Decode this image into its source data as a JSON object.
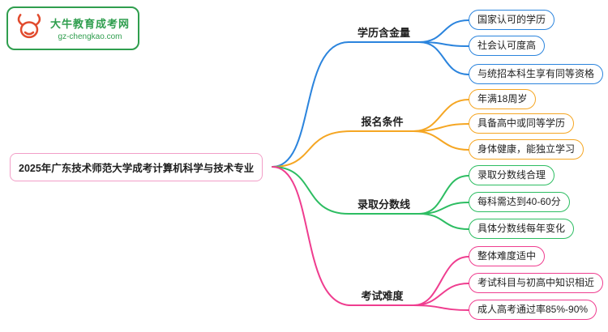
{
  "logo": {
    "title": "大牛教育成考网",
    "url": "gz-chengkao.com",
    "brand_color": "#2f9e4e",
    "bull_color": "#e14b2e"
  },
  "central": {
    "label": "2025年广东技术师范大学成考计算机科学与技术专业",
    "border_color": "#f29ec7"
  },
  "branches": [
    {
      "label": "学历含金量",
      "color": "#2b84dd",
      "children": [
        "国家认可的学历",
        "社会认可度高",
        "与统招本科生享有同等资格"
      ]
    },
    {
      "label": "报名条件",
      "color": "#f5a623",
      "children": [
        "年满18周岁",
        "具备高中或同等学历",
        "身体健康，能独立学习"
      ]
    },
    {
      "label": "录取分数线",
      "color": "#2dbd62",
      "children": [
        "录取分数线合理",
        "每科需达到40-60分",
        "具体分数线每年变化"
      ]
    },
    {
      "label": "考试难度",
      "color": "#ef3d8f",
      "children": [
        "整体难度适中",
        "考试科目与初高中知识相近",
        "成人高考通过率85%-90%"
      ]
    }
  ]
}
